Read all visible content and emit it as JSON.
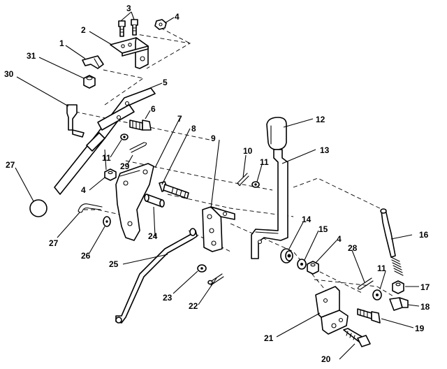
{
  "callouts": [
    {
      "id": "1",
      "text": "1"
    },
    {
      "id": "2",
      "text": "2"
    },
    {
      "id": "3",
      "text": "3"
    },
    {
      "id": "4a",
      "text": "4"
    },
    {
      "id": "4b",
      "text": "4"
    },
    {
      "id": "4c",
      "text": "4"
    },
    {
      "id": "5",
      "text": "5"
    },
    {
      "id": "6",
      "text": "6"
    },
    {
      "id": "7",
      "text": "7"
    },
    {
      "id": "8",
      "text": "8"
    },
    {
      "id": "9",
      "text": "9"
    },
    {
      "id": "10",
      "text": "10"
    },
    {
      "id": "11a",
      "text": "11"
    },
    {
      "id": "11b",
      "text": "11"
    },
    {
      "id": "11c",
      "text": "11"
    },
    {
      "id": "12",
      "text": "12"
    },
    {
      "id": "13",
      "text": "13"
    },
    {
      "id": "14",
      "text": "14"
    },
    {
      "id": "15",
      "text": "15"
    },
    {
      "id": "16",
      "text": "16"
    },
    {
      "id": "17",
      "text": "17"
    },
    {
      "id": "18",
      "text": "18"
    },
    {
      "id": "19",
      "text": "19"
    },
    {
      "id": "20",
      "text": "20"
    },
    {
      "id": "21",
      "text": "21"
    },
    {
      "id": "22",
      "text": "22"
    },
    {
      "id": "23",
      "text": "23"
    },
    {
      "id": "24",
      "text": "24"
    },
    {
      "id": "25",
      "text": "25"
    },
    {
      "id": "26",
      "text": "26"
    },
    {
      "id": "27a",
      "text": "27"
    },
    {
      "id": "27b",
      "text": "27"
    },
    {
      "id": "28",
      "text": "28"
    },
    {
      "id": "29",
      "text": "29"
    },
    {
      "id": "30",
      "text": "30"
    },
    {
      "id": "31",
      "text": "31"
    }
  ]
}
